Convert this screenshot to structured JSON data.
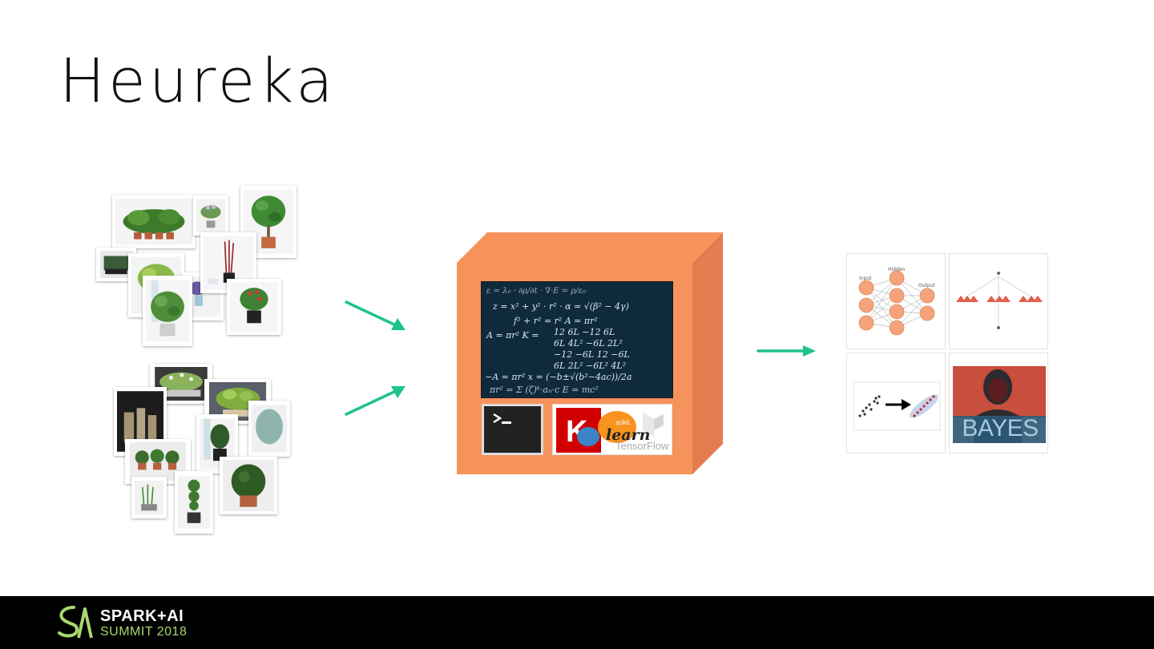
{
  "slide": {
    "title": "Heureka"
  },
  "model_box": {
    "color": "#f6935c",
    "side_color": "#e47c4f",
    "tools_left": "terminal-icon",
    "tools_right": [
      "keras-logo",
      "scikit-learn-logo",
      "tensorflow-logo"
    ],
    "sklearn_label": "learn",
    "sklearn_small": "scikit",
    "tensorflow_label": "TensorFlow",
    "terminal_prompt": ">_"
  },
  "outputs": {
    "bayes_label": "BAYES",
    "nn_labels": [
      "Input",
      "Hidden",
      "Output"
    ]
  },
  "colors": {
    "arrow": "#1fc28a",
    "footer_bg": "#000000",
    "brand_green": "#a9d86e"
  },
  "footer": {
    "brand_line1": "SPARK+AI",
    "brand_line2": "SUMMIT 2018"
  }
}
